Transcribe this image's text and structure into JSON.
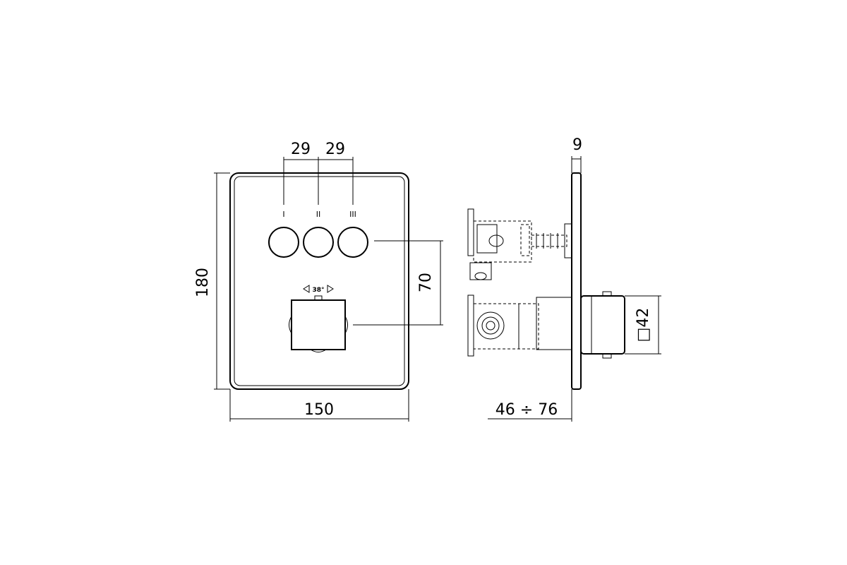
{
  "front_view": {
    "dim_spacing_1": "29",
    "dim_spacing_2": "29",
    "dim_height": "180",
    "dim_width": "150",
    "dim_offset": "70",
    "button_labels": [
      "I",
      "II",
      "III"
    ],
    "rotation_label": "38°"
  },
  "side_view": {
    "dim_plate_thickness": "9",
    "dim_depth_range": "46 ÷ 76",
    "dim_knob_size": "□42"
  }
}
